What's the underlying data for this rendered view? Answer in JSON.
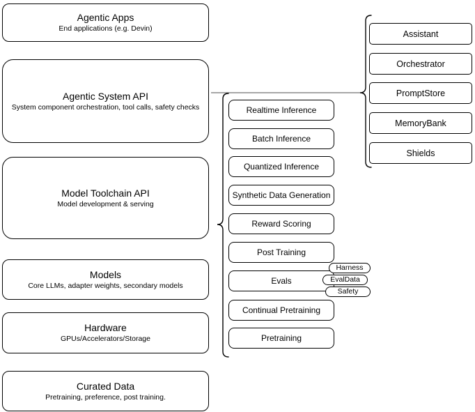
{
  "diagram": {
    "stack": [
      {
        "title": "Agentic Apps",
        "subtitle": "End applications (e.g. Devin)"
      },
      {
        "title": "Agentic System API",
        "subtitle": "System component orchestration, tool calls, safety checks"
      },
      {
        "title": "Model Toolchain API",
        "subtitle": "Model development & serving"
      },
      {
        "title": "Models",
        "subtitle": "Core LLMs, adapter weights, secondary models"
      },
      {
        "title": "Hardware",
        "subtitle": "GPUs/Accelerators/Storage"
      },
      {
        "title": "Curated Data",
        "subtitle": "Pretraining, preference, post training."
      }
    ],
    "toolchain_services": [
      {
        "label": "Realtime Inference"
      },
      {
        "label": "Batch Inference"
      },
      {
        "label": "Quantized Inference"
      },
      {
        "label": "Synthetic Data Generation"
      },
      {
        "label": "Reward Scoring"
      },
      {
        "label": "Post Training"
      },
      {
        "label": "Evals"
      },
      {
        "label": "Continual Pretraining"
      },
      {
        "label": "Pretraining"
      }
    ],
    "eval_tags": [
      {
        "label": "Harness"
      },
      {
        "label": "EvalData"
      },
      {
        "label": "Safety"
      }
    ],
    "system_components": [
      {
        "label": "Assistant"
      },
      {
        "label": "Orchestrator"
      },
      {
        "label": "PromptStore"
      },
      {
        "label": "MemoryBank"
      },
      {
        "label": "Shields"
      }
    ],
    "colors": {
      "shape_border": "#000000",
      "shape_fill": "#ffffff",
      "text": "#000000",
      "connector_line": "#8a8a8a"
    }
  }
}
